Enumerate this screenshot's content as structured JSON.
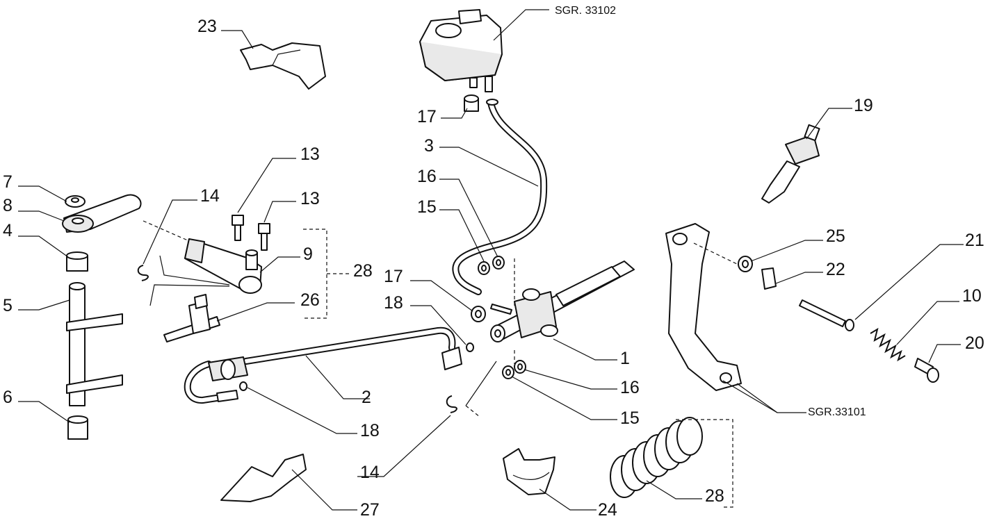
{
  "diagram": {
    "callouts": {
      "c1": "1",
      "c2": "2",
      "c3": "3",
      "c4": "4",
      "c5": "5",
      "c6": "6",
      "c7": "7",
      "c8": "8",
      "c9": "9",
      "c10": "10",
      "c13a": "13",
      "c13b": "13",
      "c14a": "14",
      "c14b": "14",
      "c15a": "15",
      "c15b": "15",
      "c16a": "16",
      "c16b": "16",
      "c17a": "17",
      "c17b": "17",
      "c18a": "18",
      "c18b": "18",
      "c19": "19",
      "c20": "20",
      "c21": "21",
      "c22": "22",
      "c23": "23",
      "c24": "24",
      "c25": "25",
      "c26": "26",
      "c27": "27",
      "c28a": "28",
      "c28b": "28"
    },
    "references": {
      "reservoir": "SGR. 33102",
      "pedal": "SGR.33101"
    }
  }
}
